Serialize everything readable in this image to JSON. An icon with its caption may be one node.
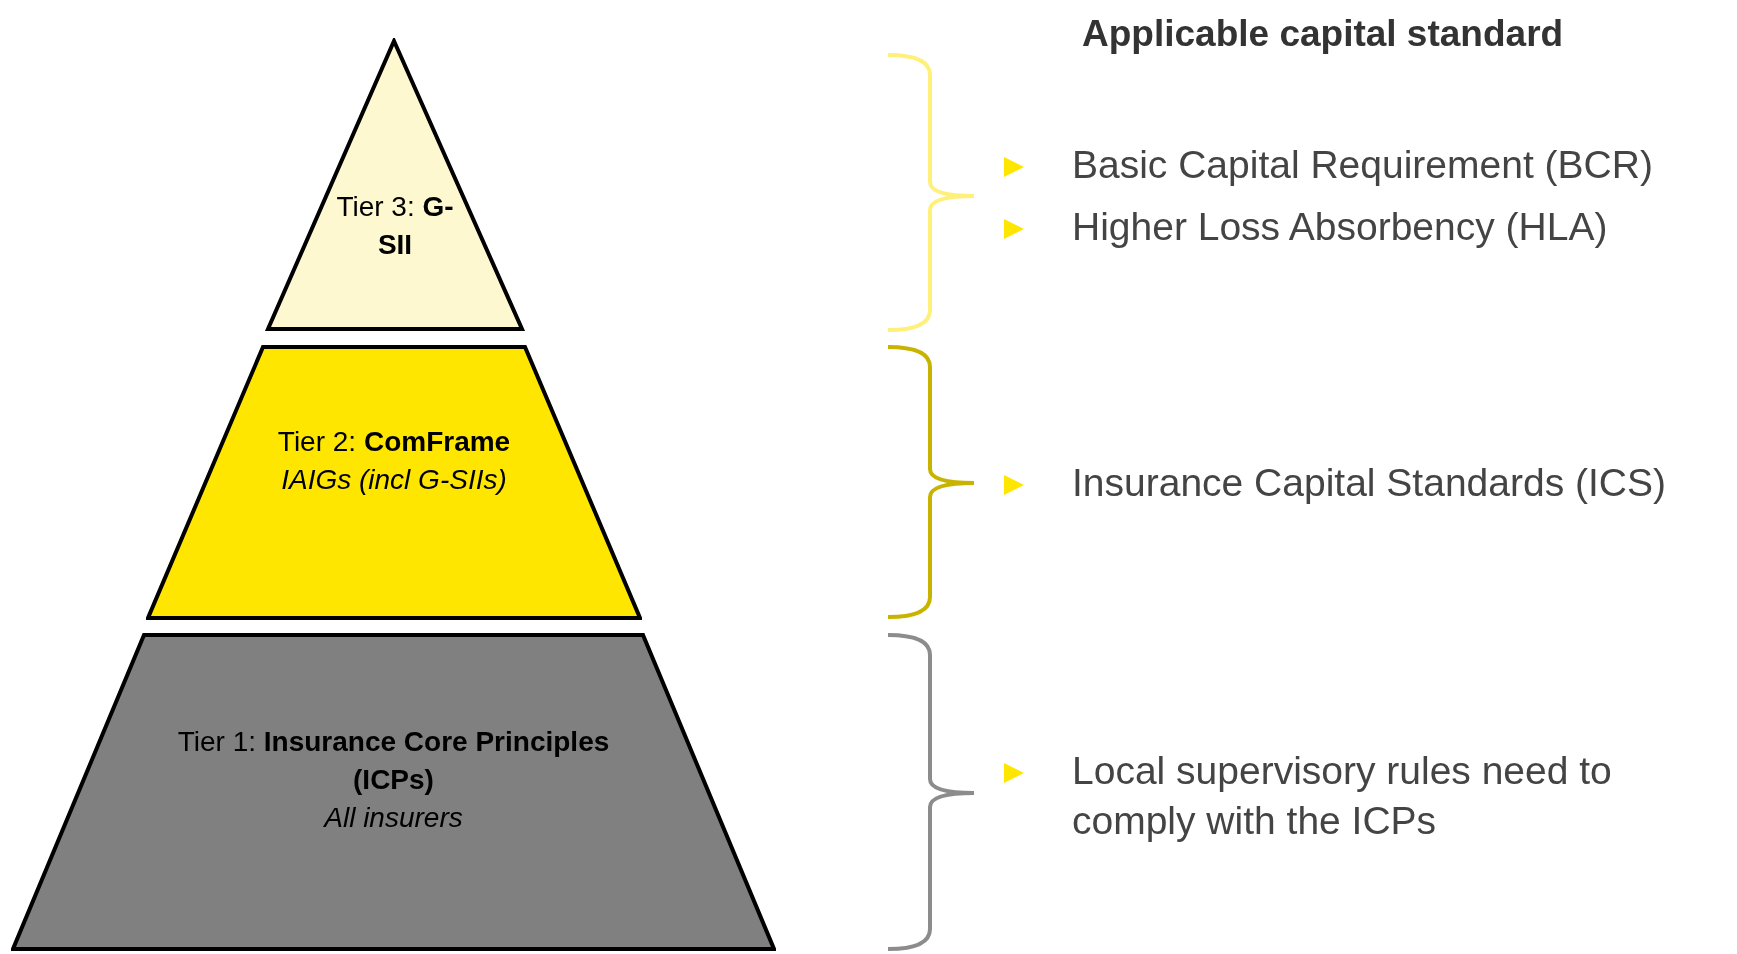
{
  "diagram": {
    "nodes": [
      {
        "text": [
          "Tier 3: **G-SII**"
        ]
      },
      {
        "text": [
          "Tier 2: **ComFrame**",
          "IAIGs (incl G-SIIs)"
        ]
      },
      {
        "text": [
          "Tier 1: **Insurance Core Principles (ICPs)**",
          "All insurers"
        ]
      }
    ],
    "labels": [
      "Applicable capital standard",
      "Basic Capital Requirement (BCR)",
      "Higher Loss Absorbency (HLA)",
      "Insurance Capital Standards (ICS)",
      "Local supervisory rules need to comply with the ICPs"
    ]
  }
}
